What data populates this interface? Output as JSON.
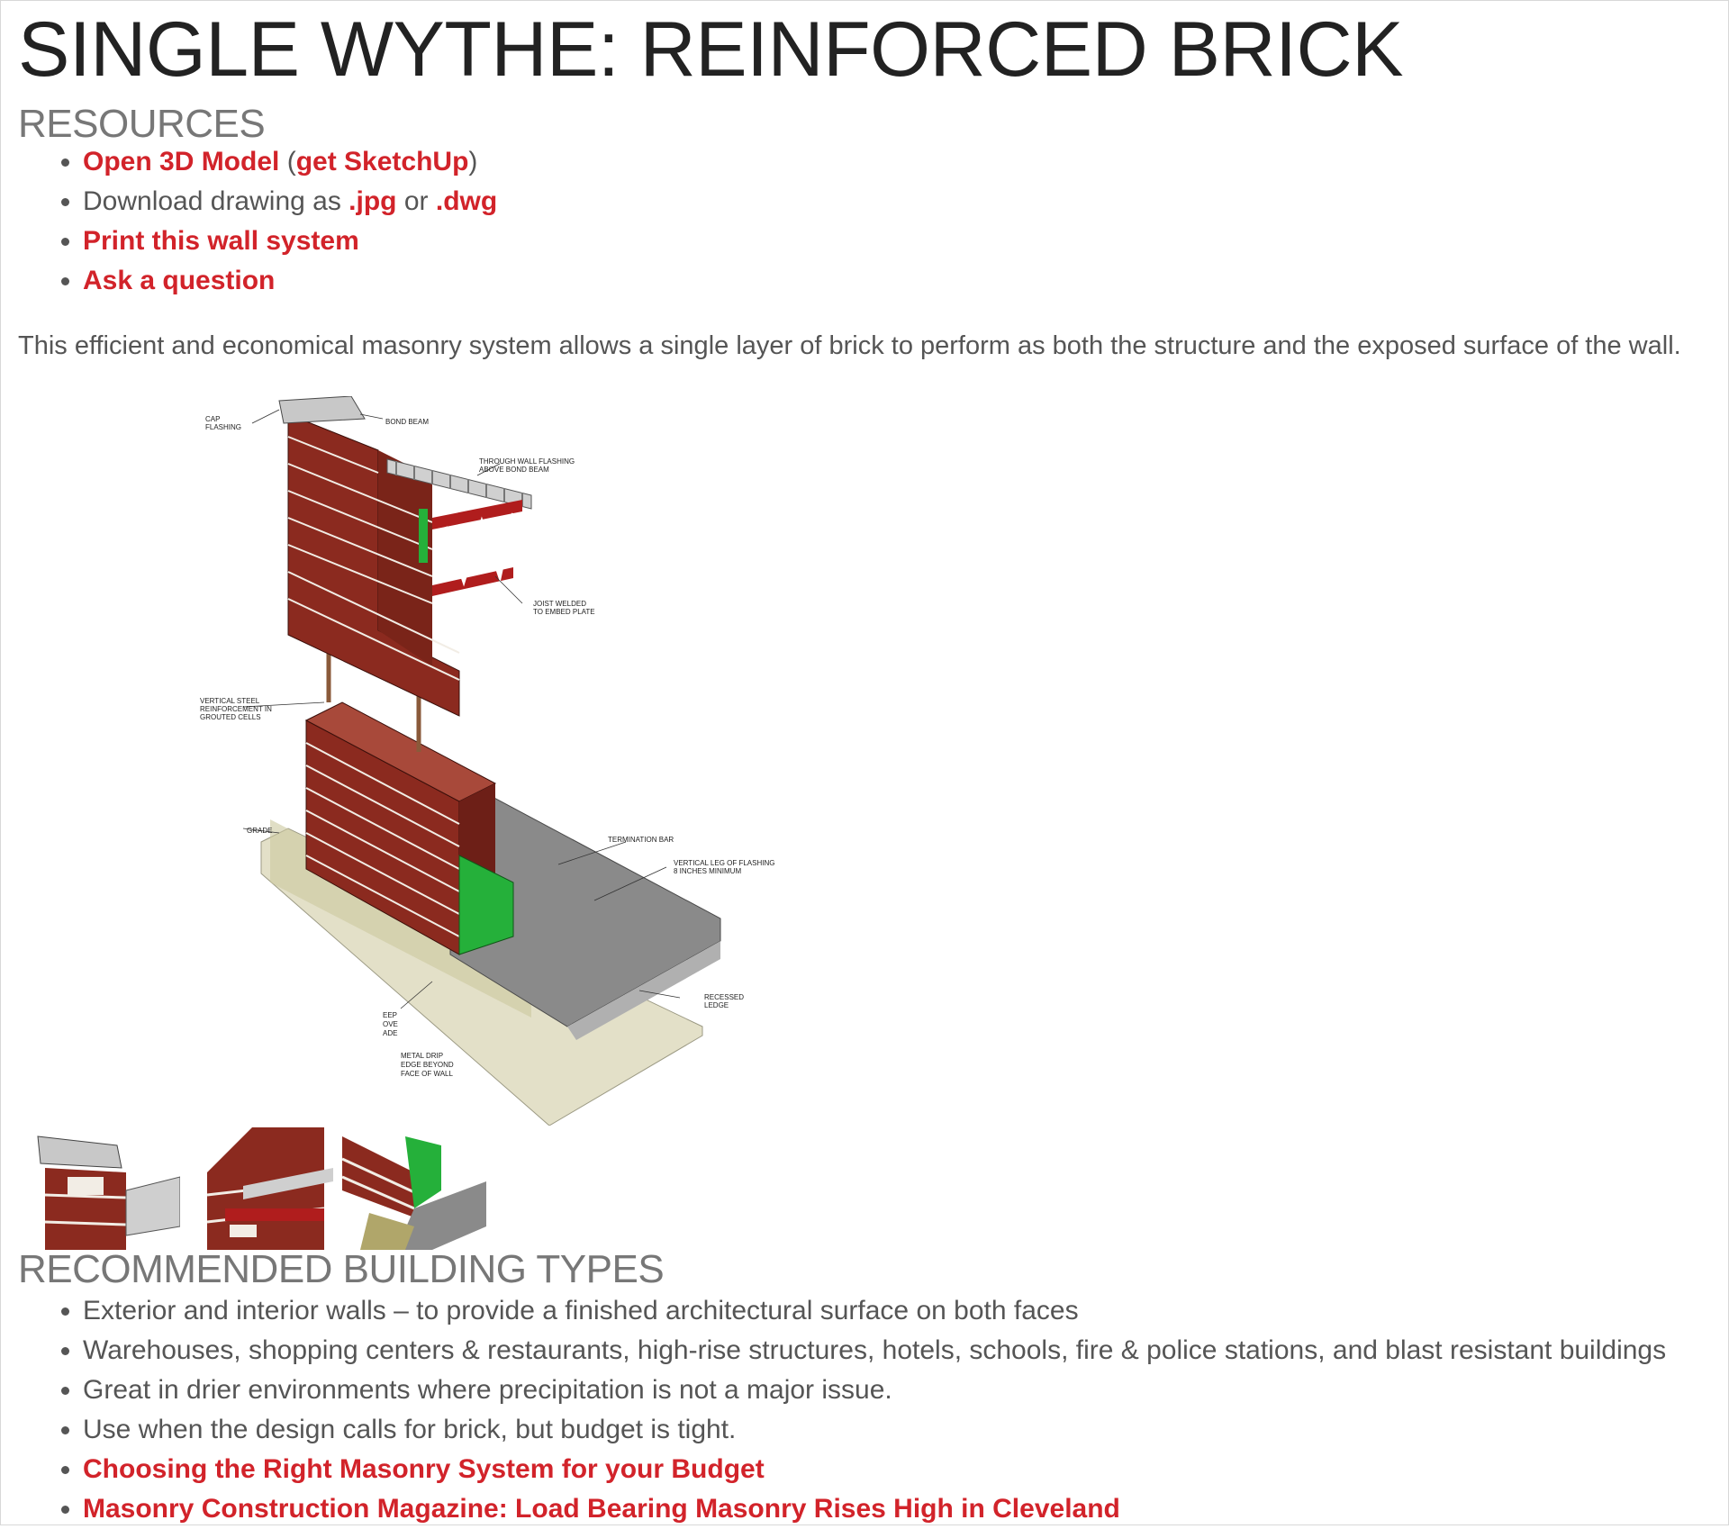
{
  "page": {
    "title": "SINGLE WYTHE: REINFORCED BRICK"
  },
  "resources": {
    "heading": "RESOURCES",
    "open_model": "Open 3D Model",
    "paren_open": " (",
    "get_sketchup": "get SketchUp",
    "paren_close": ")",
    "download_prefix": "Download drawing as ",
    "jpg": ".jpg",
    "or": " or ",
    "dwg": ".dwg",
    "print": "Print this wall system",
    "ask": "Ask a question"
  },
  "intro": "This efficient and economical masonry system allows a single layer of brick to perform as both the structure and the exposed surface of the wall.",
  "drawing": {
    "labels": {
      "cap1": "CAP",
      "cap2": "FLASHING",
      "bond": "BOND BEAM",
      "through1": "THROUGH WALL FLASHING",
      "through2": "ABOVE BOND BEAM",
      "joist1": "JOIST WELDED",
      "joist2": "TO EMBED PLATE",
      "vert1": "VERTICAL STEEL",
      "vert2": "REINFORCEMENT IN",
      "vert3": "GROUTED CELLS",
      "grade": "GRADE",
      "term": "TERMINATION BAR",
      "leg1": "VERTICAL LEG OF FLASHING",
      "leg2": "8 INCHES MINIMUM",
      "recess1": "RECESSED",
      "recess2": "LEDGE",
      "weep1": "EEP",
      "weep2": "OVE",
      "weep3": "ADE",
      "drip1": "METAL DRIP",
      "drip2": "EDGE BEYOND",
      "drip3": "FACE OF WALL"
    }
  },
  "colors": {
    "brick": "#8b2a1f",
    "brick_top": "#a8493a",
    "mortar": "#f2ede5",
    "flashing": "#25b03a",
    "steel": "#b01d1d",
    "concrete": "#8a8a8a",
    "footing": "#e3e0c8",
    "link": "#d2232a"
  },
  "recommended": {
    "heading": "RECOMMENDED BUILDING TYPES",
    "items": [
      "Exterior and interior walls – to provide a finished architectural surface on both faces",
      "Warehouses, shopping centers & restaurants, high-rise structures, hotels, schools, fire & police stations, and blast resistant buildings",
      "Great in drier environments where precipitation is not a major issue.",
      "Use when the design calls for brick, but budget is tight."
    ],
    "link1": "Choosing the Right Masonry System for your Budget",
    "link2": "Masonry Construction Magazine: Load Bearing Masonry Rises High in Cleveland"
  }
}
